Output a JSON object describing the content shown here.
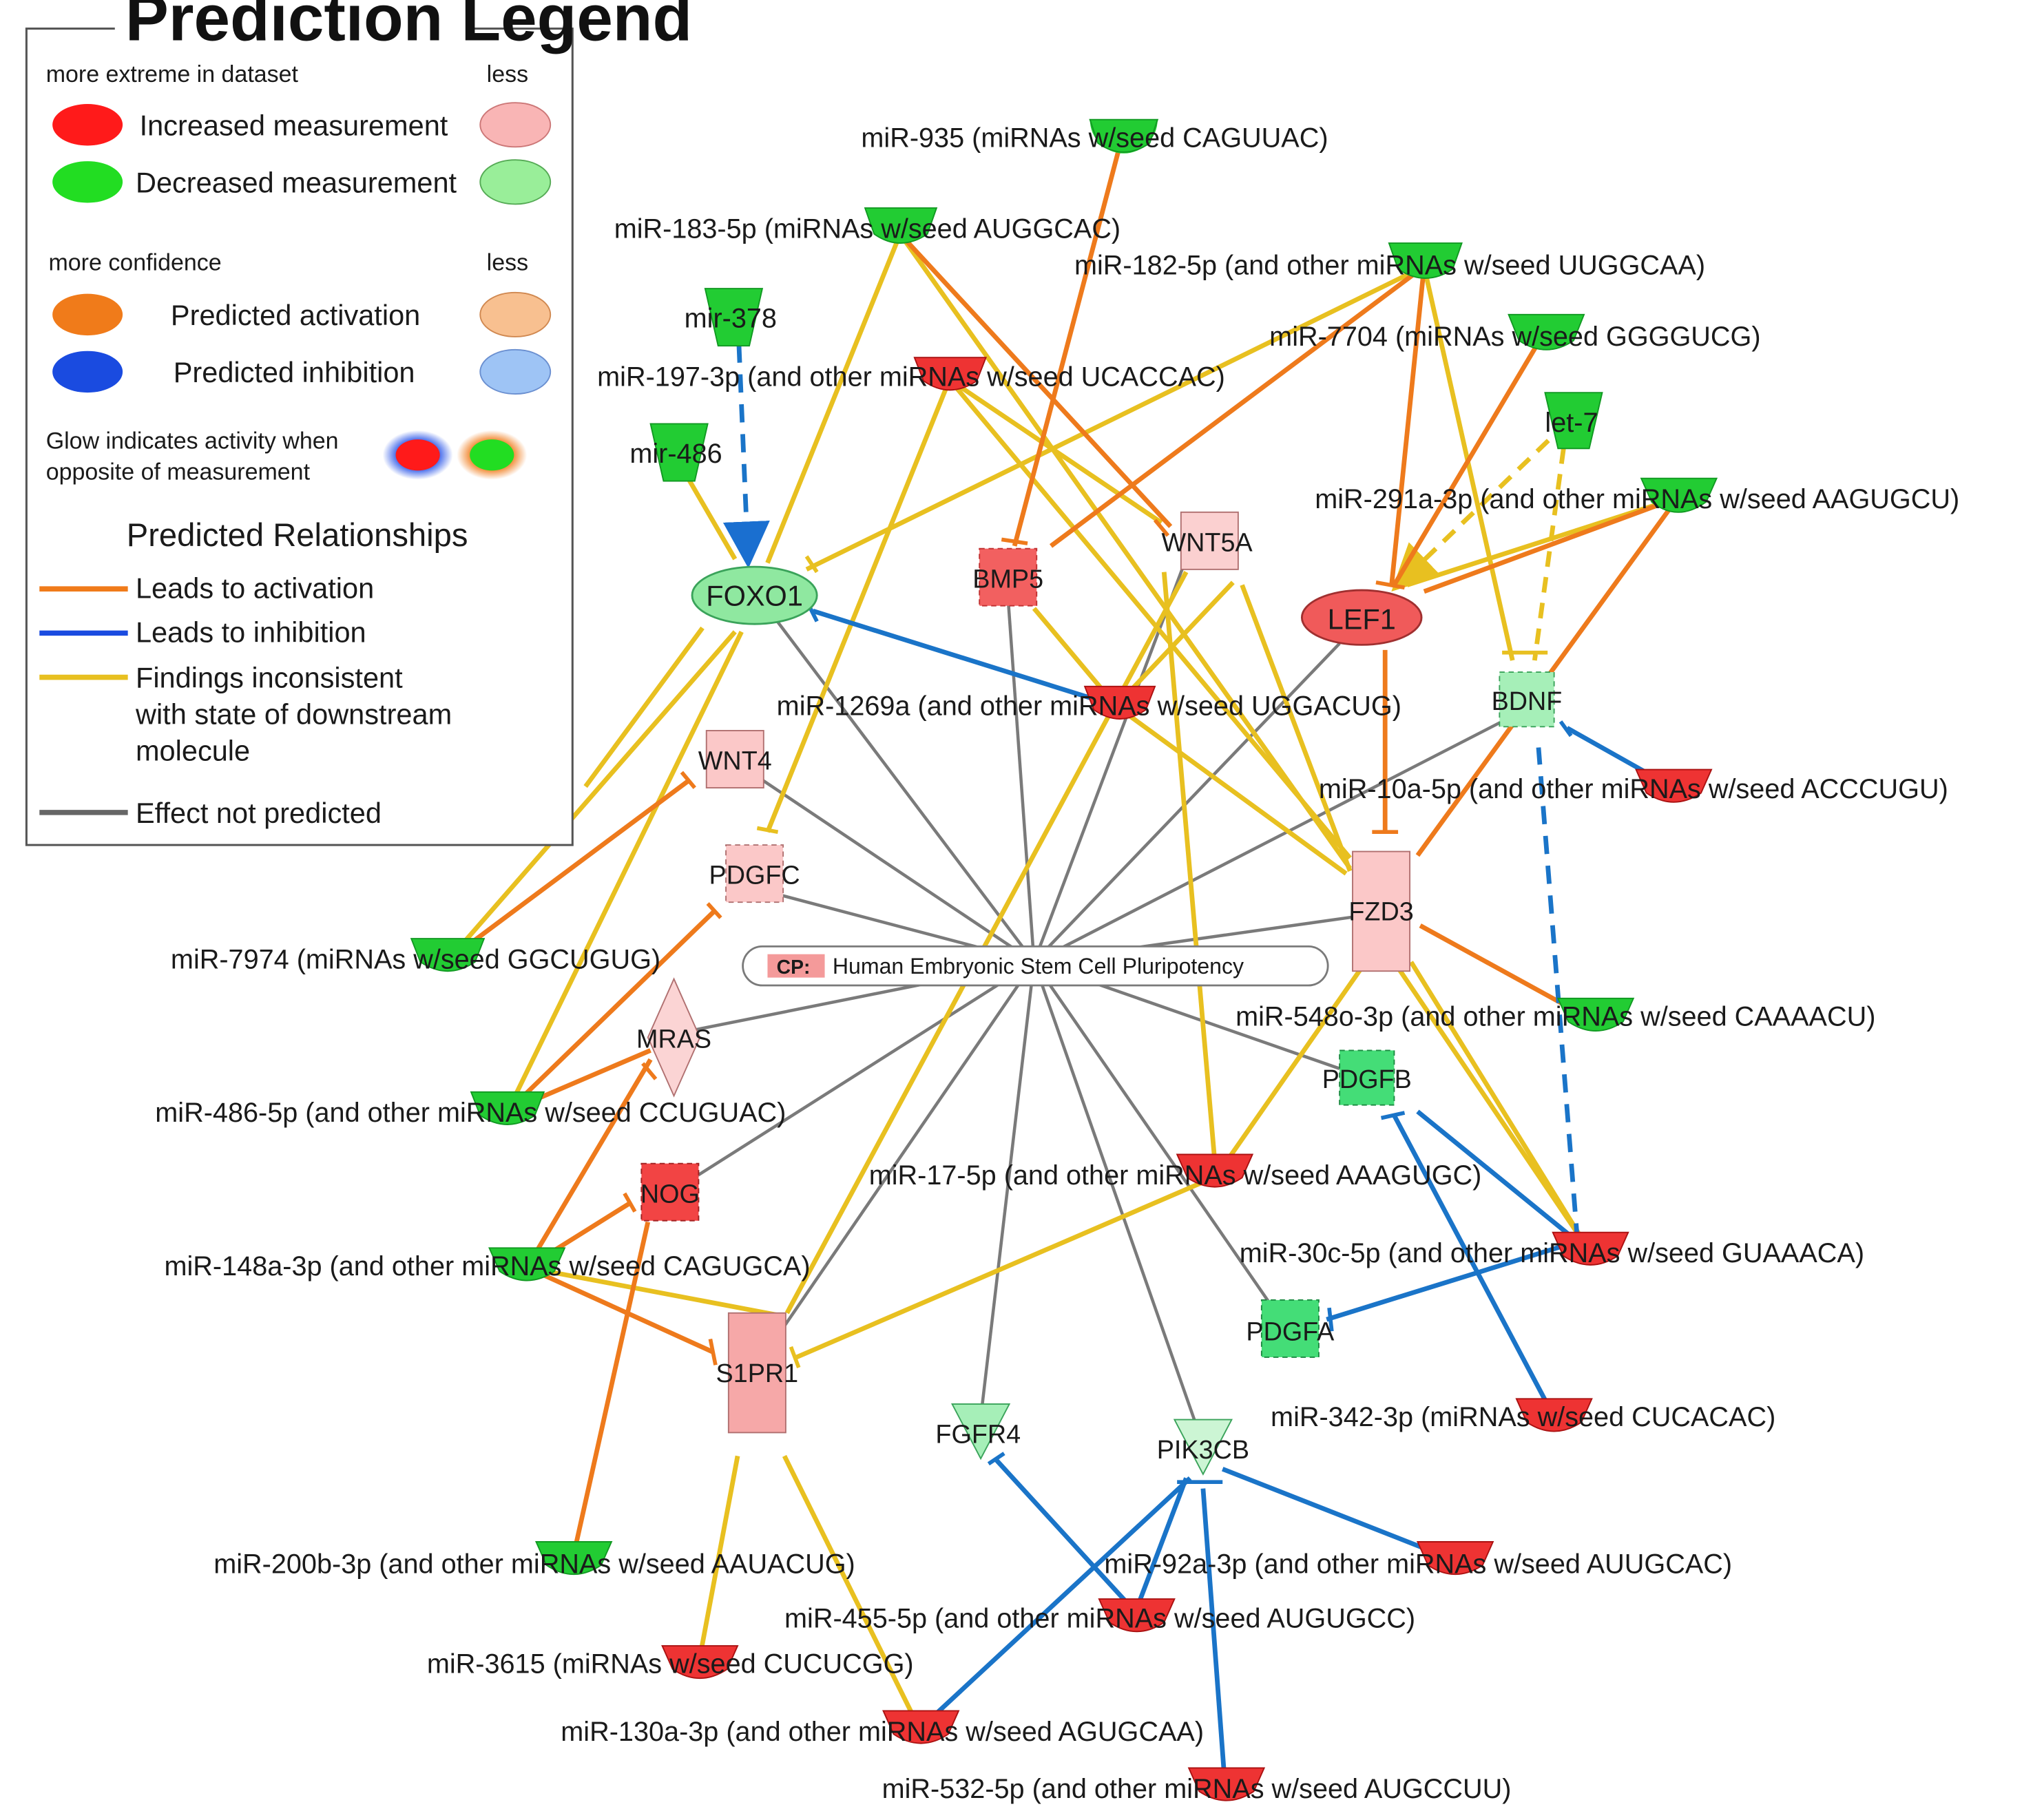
{
  "legend": {
    "title": "Prediction Legend",
    "row1_left": "more extreme in dataset",
    "row1_right": "less",
    "increased": "Increased measurement",
    "decreased": "Decreased measurement",
    "row2_left": "more confidence",
    "row2_right": "less",
    "activation": "Predicted activation",
    "inhibition": "Predicted inhibition",
    "glow_line1": "Glow indicates activity when",
    "glow_line2": "opposite of measurement",
    "relationships_title": "Predicted Relationships",
    "leads_activation": "Leads to activation",
    "leads_inhibition": "Leads to inhibition",
    "findings_line1": "Findings inconsistent",
    "findings_line2": "with state of downstream",
    "findings_line3": "molecule",
    "not_predicted": "Effect not predicted"
  },
  "colors": {
    "increased": "#ff1a1a",
    "increased_light": "#f9b5b5",
    "decreased": "#22dd22",
    "decreased_light": "#99ee99",
    "activation": "#f07b1a",
    "activation_light": "#f8c090",
    "inhibition": "#1a5be8",
    "inhibition_light": "#9ec4f5",
    "inconsistent": "#e8c020",
    "not_predicted": "#7a7a7a",
    "blue_edge": "#2680c8"
  },
  "center": {
    "prefix": "CP:",
    "label": "Human Embryonic Stem Cell Pluripotency"
  },
  "nodes": {
    "foxo1": "FOXO1",
    "bmp5": "BMP5",
    "wnt5a": "WNT5A",
    "lef1": "LEF1",
    "bdnf": "BDNF",
    "wnt4": "WNT4",
    "pdgfc": "PDGFC",
    "fzd3": "FZD3",
    "mras": "MRAS",
    "pdgfb": "PDGFB",
    "nog": "NOG",
    "s1pr1": "S1PR1",
    "pdgfa": "PDGFA",
    "fgfr4": "FGFR4",
    "pik3cb": "PIK3CB"
  },
  "mirnas": {
    "m935": "miR-935 (miRNAs w/seed CAGUUAC)",
    "m183": "miR-183-5p (miRNAs w/seed AUGGCAC)",
    "m182": "miR-182-5p (and other miRNAs w/seed UUGGCAA)",
    "m378": "mir-378",
    "m7704": "miR-7704 (miRNAs w/seed GGGGUCG)",
    "m197": "miR-197-3p (and other miRNAs w/seed UCACCAC)",
    "let7": "let-7",
    "m486": "mir-486",
    "m291": "miR-291a-3p (and other miRNAs w/seed AAGUGCU)",
    "m1269": "miR-1269a (and other miRNAs w/seed UGGACUG)",
    "m10a": "miR-10a-5p (and other miRNAs w/seed ACCCUGU)",
    "m7974": "miR-7974 (miRNAs w/seed GGCUGUG)",
    "m548": "miR-548o-3p (and other miRNAs w/seed CAAAACU)",
    "m486_5p": "miR-486-5p (and other miRNAs w/seed CCUGUAC)",
    "m17": "miR-17-5p (and other miRNAs w/seed AAAGUGC)",
    "m148": "miR-148a-3p (and other miRNAs w/seed CAGUGCA)",
    "m30c": "miR-30c-5p (and other miRNAs w/seed GUAAACA)",
    "m342": "miR-342-3p (miRNAs w/seed CUCACAC)",
    "m200b": "miR-200b-3p (and other miRNAs w/seed AAUACUG)",
    "m92a": "miR-92a-3p (and other miRNAs w/seed AUUGCAC)",
    "m455": "miR-455-5p (and other miRNAs w/seed AUGUGCC)",
    "m3615": "miR-3615 (miRNAs w/seed CUCUCGG)",
    "m130a": "miR-130a-3p (and other miRNAs w/seed AGUGCAA)",
    "m532": "miR-532-5p (and other miRNAs w/seed AUGCCUU)"
  }
}
